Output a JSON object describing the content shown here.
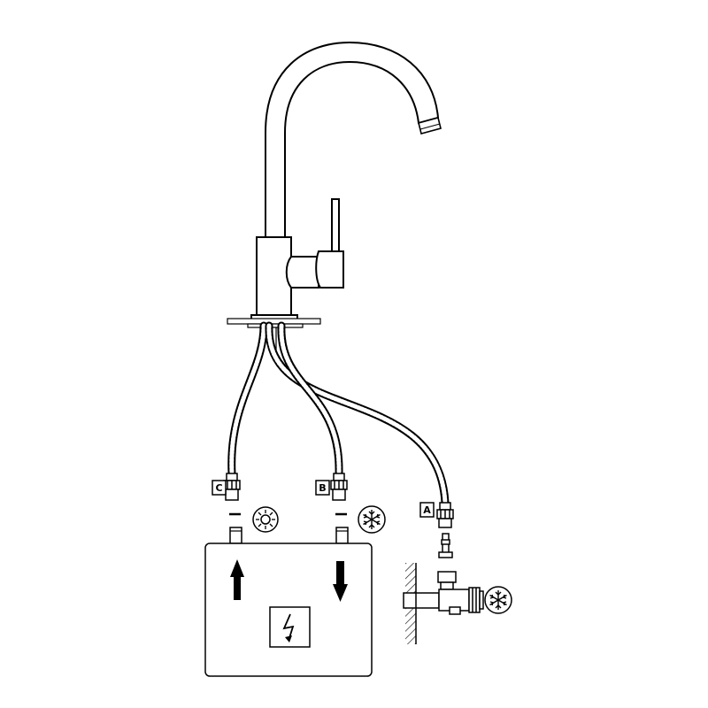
{
  "labels": {
    "c": "C",
    "b": "B",
    "a": "A"
  },
  "symbols": {
    "warm": "sun-icon",
    "cold": "snowflake-icon",
    "power": "lightning-bolt-icon"
  },
  "flow": {
    "up": "arrow-up-icon",
    "down": "arrow-down-icon"
  },
  "colors": {
    "line": "#000000",
    "hose": "#4a4a4a",
    "background": "#ffffff"
  }
}
